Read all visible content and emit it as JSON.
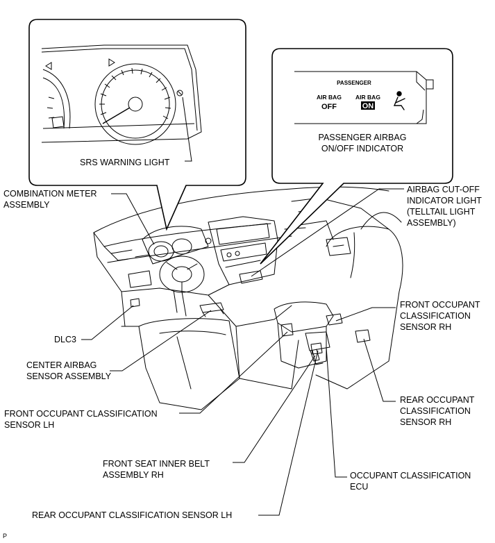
{
  "labels": {
    "srs_warning_light": "SRS WARNING LIGHT",
    "combination_meter": "COMBINATION METER\nASSEMBLY",
    "passenger_airbag_indicator": "PASSENGER AIRBAG\nON/OFF INDICATOR",
    "airbag_cutoff_light": "AIRBAG CUT-OFF\nINDICATOR LIGHT\n(TELLTAIL LIGHT\nASSEMBLY)",
    "front_occ_sensor_rh": "FRONT OCCUPANT\nCLASSIFICATION\nSENSOR RH",
    "dlc3": "DLC3",
    "center_airbag_sensor": "CENTER AIRBAG\nSENSOR ASSEMBLY",
    "front_occ_sensor_lh": "FRONT OCCUPANT CLASSIFICATION\nSENSOR LH",
    "rear_occ_sensor_rh": "REAR OCCUPANT\nCLASSIFICATION\nSENSOR RH",
    "front_seat_inner_belt": "FRONT SEAT INNER BELT\nASSEMBLY RH",
    "occupant_classification_ecu": "OCCUPANT CLASSIFICATION\nECU",
    "rear_occ_sensor_lh": "REAR OCCUPANT CLASSIFICATION SENSOR LH",
    "corner_mark": "P"
  },
  "panel": {
    "heading": "PASSENGER",
    "off_caption": "AIR BAG",
    "off_state": "OFF",
    "on_caption": "AIR BAG",
    "on_state": "ON"
  }
}
